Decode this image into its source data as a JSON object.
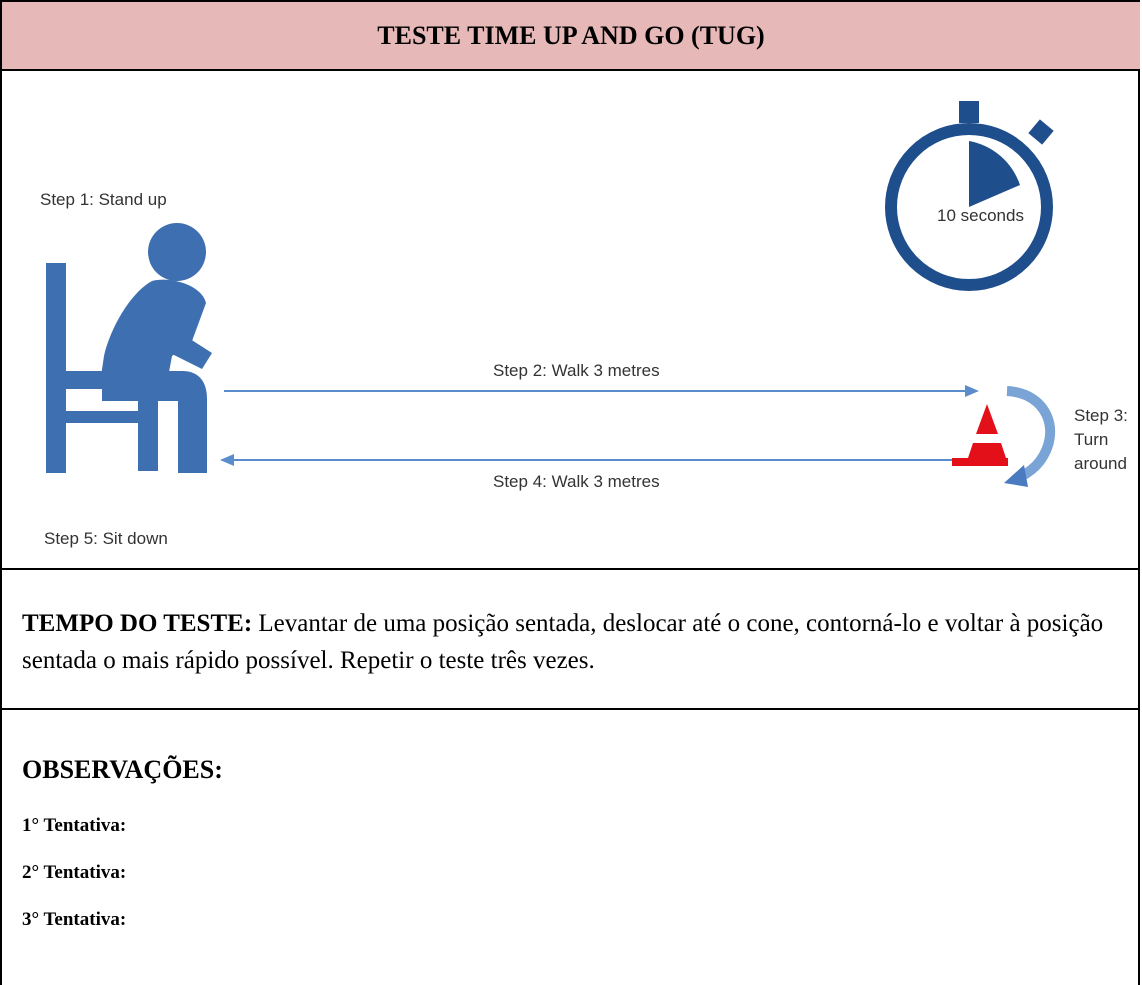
{
  "header": {
    "title": "TESTE TIME UP AND GO (TUG)"
  },
  "figure": {
    "step1": "Step 1: Stand up",
    "step2": "Step 2: Walk 3 metres",
    "step3_line1": "Step 3:",
    "step3_line2": "Turn",
    "step3_line3": "around",
    "step4": "Step 4: Walk 3 metres",
    "step5": "Step 5: Sit down",
    "timer_label": "10 seconds",
    "colors": {
      "figure_blue": "#3e6fb0",
      "timer_blue": "#1f4e8c",
      "cone_red": "#e3101a",
      "arrow_blue": "#5b8ccc"
    },
    "icons": [
      "chair-icon",
      "person-icon",
      "stopwatch-icon",
      "cone-icon",
      "turn-arrow-icon"
    ]
  },
  "tempo": {
    "label": "TEMPO DO TESTE:",
    "text": " Levantar de uma posição sentada, deslocar até o cone, contorná-lo e voltar à posição sentada o mais rápido possível. Repetir o teste três vezes."
  },
  "observacoes": {
    "title": "OBSERVAÇÕES:",
    "attempts": [
      "1° Tentativa:",
      "2° Tentativa:",
      "3° Tentativa:"
    ]
  },
  "colors": {
    "header_bg": "#e6b8b7",
    "border": "#000000"
  }
}
